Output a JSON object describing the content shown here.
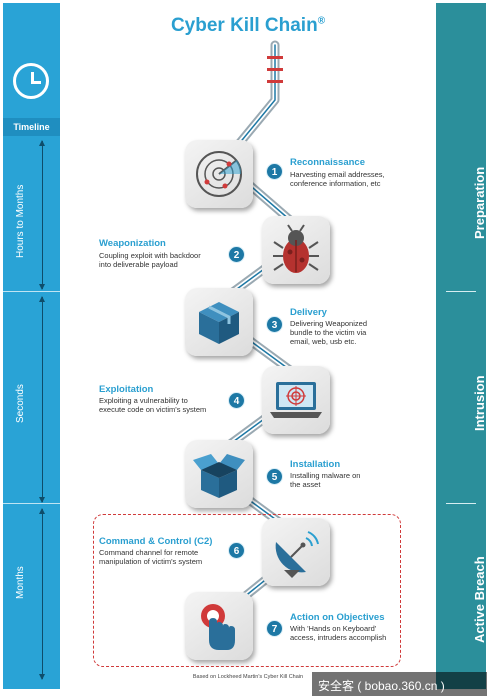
{
  "title": "Cyber Kill Chain",
  "title_mark": "®",
  "timeline": {
    "label": "Timeline",
    "segments": [
      "Hours to Months",
      "Seconds",
      "Months"
    ]
  },
  "phases": [
    "Preparation",
    "Intrusion",
    "Active Breach"
  ],
  "steps": [
    {
      "number": "1",
      "title": "Reconnaissance",
      "desc": [
        "Harvesting email addresses,",
        "conference information, etc"
      ],
      "icon": "radar-icon"
    },
    {
      "number": "2",
      "title": "Weaponization",
      "desc": [
        "Coupling exploit with backdoor",
        "into deliverable payload"
      ],
      "icon": "bug-icon"
    },
    {
      "number": "3",
      "title": "Delivery",
      "desc": [
        "Delivering Weaponized",
        "bundle to the victim via",
        "email, web, usb etc."
      ],
      "icon": "package-icon"
    },
    {
      "number": "4",
      "title": "Exploitation",
      "desc": [
        "Exploiting a vulnerability to",
        "execute code on victim's system"
      ],
      "icon": "laptop-target-icon"
    },
    {
      "number": "5",
      "title": "Installation",
      "desc": [
        "Installing malware on",
        "the asset"
      ],
      "icon": "open-box-icon"
    },
    {
      "number": "6",
      "title": "Command & Control (C2)",
      "desc": [
        "Command channel for remote",
        "manipulation of victim's system"
      ],
      "icon": "satellite-dish-icon"
    },
    {
      "number": "7",
      "title": "Action on Objectives",
      "desc": [
        "With 'Hands on Keyboard'",
        "access, intruders accomplish"
      ],
      "icon": "hand-button-icon"
    }
  ],
  "footnote": "Based on Lockheed Martin's Cyber Kill Chain",
  "watermark": "安全客 ( bobao.360.cn )",
  "colors": {
    "accent": "#2a9fd0",
    "timeline": "#29a3d6",
    "phase": "#2b8f9b",
    "number": "#1d78a5",
    "breach": "#d03a3a"
  }
}
